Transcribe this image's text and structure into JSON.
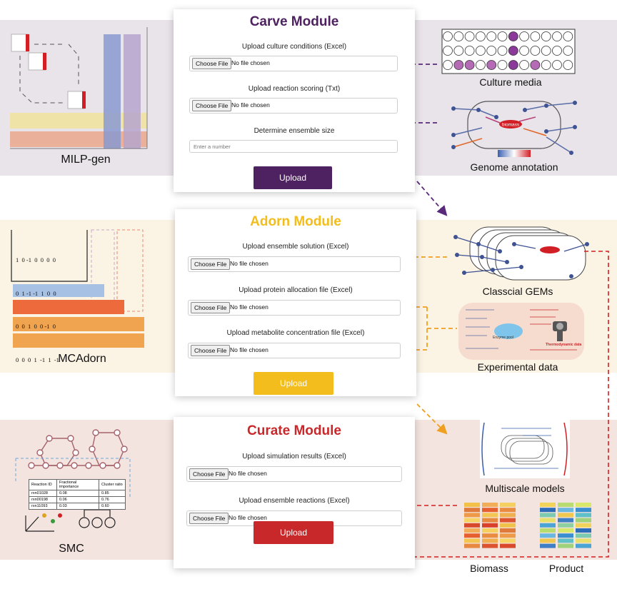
{
  "carve": {
    "title": "Carve Module",
    "field1_label": "Upload culture conditions (Excel)",
    "field2_label": "Upload reaction scoring (Txt)",
    "field3_label": "Determine ensemble size",
    "field3_placeholder": "Enter a number",
    "upload_label": "Upload",
    "color": "#4e2160"
  },
  "adorn": {
    "title": "Adorn Module",
    "field1_label": "Upload ensemble solution (Excel)",
    "field2_label": "Upload protein allocation file (Excel)",
    "field3_label": "Upload metabolite concentration file (Excel)",
    "upload_label": "Upload",
    "color": "#f2bd1d"
  },
  "curate": {
    "title": "Curate Module",
    "field1_label": "Upload simulation results (Excel)",
    "field2_label": "Upload ensemble reactions (Excel)",
    "upload_label": "Upload",
    "color": "#c8282a"
  },
  "file_input": {
    "button": "Choose File",
    "status": "No file chosen"
  },
  "labels": {
    "milp": "MILP-gen",
    "culture": "Culture media",
    "genome": "Genome annotation",
    "mcadorn": "MCAdorn",
    "gems": "Classcial GEMs",
    "experimental": "Experimental data",
    "smc": "SMC",
    "multiscale": "Multiscale models",
    "biomass": "Biomass",
    "product": "Product",
    "biomass_node": "biomass",
    "enzyme_pool": "Enzyme pool",
    "thermo": "Thermodynamic data"
  },
  "smc_table": {
    "headers": [
      "Reaction ID",
      "Fractional importance",
      "Cluster ratio"
    ],
    "rows": [
      [
        "rxn01028",
        "0.08",
        "0.85"
      ],
      [
        "rxn00198",
        "0.06",
        "0.76"
      ],
      [
        "rxn11093",
        "0.03",
        "0.60"
      ]
    ]
  },
  "matrix_rows": [
    "1  0 -1  0  0  0  0",
    "0  1 -1 -1  1  0  0",
    "0  0  1  0  0 -1  0",
    "0  0  0  1  -1  1  -1"
  ],
  "colors": {
    "carve_band": "#e9e4ea",
    "adorn_band": "#fbf3e4",
    "curate_band": "#f4e4df",
    "purple_arrow": "#5a2a7a",
    "orange_arrow": "#f0a020",
    "red_arrow": "#d42020"
  }
}
